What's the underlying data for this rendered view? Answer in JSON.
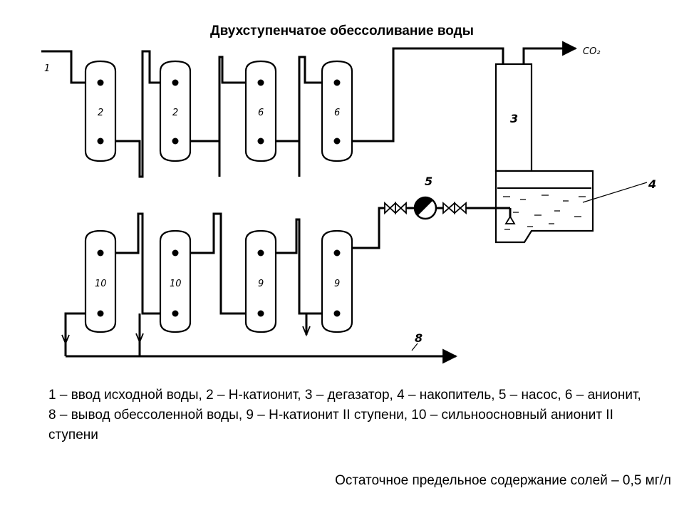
{
  "title": "Двухступенчатое обессоливание воды",
  "diagram": {
    "inlet_label": "1",
    "co2_label": "CO₂",
    "degasser_label": "3",
    "tank_label": "4",
    "pump_label": "5",
    "outlet_label": "8",
    "top_row_labels": [
      "2",
      "2",
      "6",
      "6"
    ],
    "bottom_row_labels": [
      "10",
      "10",
      "9",
      "9"
    ]
  },
  "legend": {
    "text": "1 – ввод исходной воды, 2 – Н-катионит, 3 – дегазатор, 4 – накопитель, 5 – насос, 6 – анионит, 8 – вывод обессоленной воды, 9 – Н-катионит II ступени, 10 – сильноосновный анионит II ступени"
  },
  "footer": {
    "text": "Остаточное предельное содержание солей – 0,5 мг/л"
  }
}
